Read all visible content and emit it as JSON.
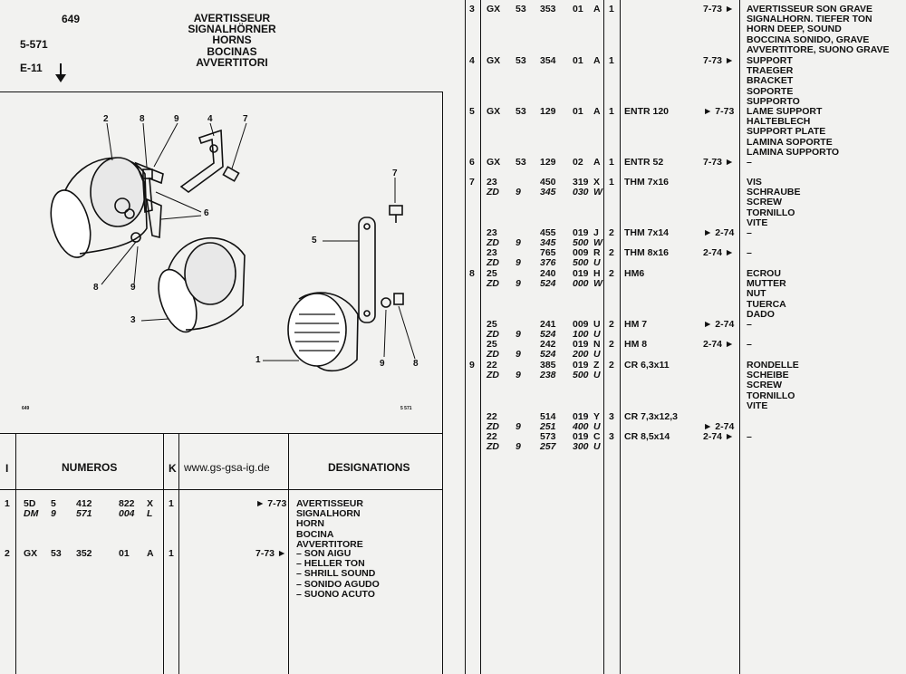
{
  "header": {
    "page": "649",
    "ref1": "5-571",
    "ref2": "E-11",
    "arrow": "arrow-down-icon",
    "titles": [
      "AVERTISSEUR",
      "SIGNALHÖRNER",
      "HORNS",
      "BOCINAS",
      "AVVERTITORI"
    ]
  },
  "diagram": {
    "callouts": [
      "2",
      "8",
      "9",
      "4",
      "7",
      "6",
      "7",
      "5",
      "8",
      "9",
      "3",
      "1",
      "9",
      "8"
    ],
    "small_left": "649",
    "small_right": "5 571"
  },
  "table_header": {
    "col_i": "I",
    "col_numeros": "NUMEROS",
    "col_k": "K",
    "col_site": "www.gs-gsa-ig.de",
    "col_designations": "DESIGNATIONS"
  },
  "left_rows": [
    {
      "idx": "1",
      "lines": [
        [
          "5D",
          "5",
          "412",
          "822",
          "X"
        ],
        [
          "DM",
          "9",
          "571",
          "004",
          "L"
        ]
      ],
      "k": "1",
      "date": "► 7-73",
      "desig": [
        "AVERTISSEUR",
        "SIGNALHORN",
        "HORN",
        "BOCINA",
        "AVVERTITORE"
      ]
    },
    {
      "idx": "2",
      "lines": [
        [
          "GX",
          "53",
          "352",
          "01",
          "A"
        ]
      ],
      "k": "1",
      "date": "7-73 ►",
      "desig": [
        "– SON AIGU",
        "– HELLER TON",
        "– SHRILL SOUND",
        "– SONIDO AGUDO",
        "– SUONO ACUTO"
      ]
    }
  ],
  "right_rows": [
    {
      "idx": "3",
      "a": "GX",
      "b": "53",
      "c": "353",
      "d": "01",
      "e": "A",
      "k": "1",
      "ref": "",
      "date": "7-73 ►",
      "desig": [
        "AVERTISSEUR SON GRAVE",
        "SIGNALHORN. TIEFER TON",
        "HORN DEEP, SOUND",
        "BOCCINA SONIDO, GRAVE",
        "AVVERTITORE, SUONO GRAVE"
      ]
    },
    {
      "idx": "4",
      "a": "GX",
      "b": "53",
      "c": "354",
      "d": "01",
      "e": "A",
      "k": "1",
      "ref": "",
      "date": "7-73 ►",
      "desig": [
        "SUPPORT",
        "TRAEGER",
        "BRACKET",
        "SOPORTE",
        "SUPPORTO"
      ]
    },
    {
      "idx": "5",
      "a": "GX",
      "b": "53",
      "c": "129",
      "d": "01",
      "e": "A",
      "k": "1",
      "ref": "ENTR 120",
      "date": "► 7-73",
      "desig": [
        "LAME SUPPORT",
        "HALTEBLECH",
        "SUPPORT PLATE",
        "LAMINA SOPORTE",
        "LAMINA SUPPORTO"
      ]
    },
    {
      "idx": "6",
      "a": "GX",
      "b": "53",
      "c": "129",
      "d": "02",
      "e": "A",
      "k": "1",
      "ref": "ENTR 52",
      "date": "7-73 ►",
      "desig": [
        "–"
      ]
    },
    {
      "idx": "7",
      "a": "23",
      "b": "",
      "c": "450",
      "d": "319",
      "e": "X",
      "k": "1",
      "ref": "THM 7x16",
      "date": "",
      "desig": [
        "VIS",
        "SCHRAUBE",
        "SCREW",
        "TORNILLO",
        "VITE"
      ]
    },
    {
      "idx": "",
      "a": "ZD",
      "b": "9",
      "c": "345",
      "d": "030",
      "e": "W",
      "k": "",
      "ref": "",
      "date": "",
      "desig": []
    },
    {
      "idx": "",
      "a": "23",
      "b": "",
      "c": "455",
      "d": "019",
      "e": "J",
      "k": "2",
      "ref": "THM 7x14",
      "date": "► 2-74",
      "desig": [
        "–"
      ]
    },
    {
      "idx": "",
      "a": "ZD",
      "b": "9",
      "c": "345",
      "d": "500",
      "e": "W",
      "k": "",
      "ref": "",
      "date": "",
      "desig": []
    },
    {
      "idx": "",
      "a": "23",
      "b": "",
      "c": "765",
      "d": "009",
      "e": "R",
      "k": "2",
      "ref": "THM 8x16",
      "date": "2-74 ►",
      "desig": [
        "–"
      ]
    },
    {
      "idx": "",
      "a": "ZD",
      "b": "9",
      "c": "376",
      "d": "500",
      "e": "U",
      "k": "",
      "ref": "",
      "date": "",
      "desig": []
    },
    {
      "idx": "8",
      "a": "25",
      "b": "",
      "c": "240",
      "d": "019",
      "e": "H",
      "k": "2",
      "ref": "HM6",
      "date": "",
      "desig": [
        "ECROU",
        "MUTTER",
        "NUT",
        "TUERCA",
        "DADO"
      ]
    },
    {
      "idx": "",
      "a": "ZD",
      "b": "9",
      "c": "524",
      "d": "000",
      "e": "W",
      "k": "",
      "ref": "",
      "date": "",
      "desig": []
    },
    {
      "idx": "",
      "a": "25",
      "b": "",
      "c": "241",
      "d": "009",
      "e": "U",
      "k": "2",
      "ref": "HM 7",
      "date": "► 2-74",
      "desig": [
        "–"
      ]
    },
    {
      "idx": "",
      "a": "ZD",
      "b": "9",
      "c": "524",
      "d": "100",
      "e": "U",
      "k": "",
      "ref": "",
      "date": "",
      "desig": []
    },
    {
      "idx": "",
      "a": "25",
      "b": "",
      "c": "242",
      "d": "019",
      "e": "N",
      "k": "2",
      "ref": "HM 8",
      "date": "2-74 ►",
      "desig": [
        "–"
      ]
    },
    {
      "idx": "",
      "a": "ZD",
      "b": "9",
      "c": "524",
      "d": "200",
      "e": "U",
      "k": "",
      "ref": "",
      "date": "",
      "desig": []
    },
    {
      "idx": "9",
      "a": "22",
      "b": "",
      "c": "385",
      "d": "019",
      "e": "Z",
      "k": "2",
      "ref": "CR 6,3x11",
      "date": "",
      "desig": [
        "RONDELLE",
        "SCHEIBE",
        "SCREW",
        "TORNILLO",
        "VITE"
      ]
    },
    {
      "idx": "",
      "a": "ZD",
      "b": "9",
      "c": "238",
      "d": "500",
      "e": "U",
      "k": "",
      "ref": "",
      "date": "",
      "desig": []
    },
    {
      "idx": "",
      "a": "22",
      "b": "",
      "c": "514",
      "d": "019",
      "e": "Y",
      "k": "3",
      "ref": "CR 7,3x12,3",
      "date": "",
      "desig": []
    },
    {
      "idx": "",
      "a": "ZD",
      "b": "9",
      "c": "251",
      "d": "400",
      "e": "U",
      "k": "",
      "ref": "",
      "date": "► 2-74",
      "desig": []
    },
    {
      "idx": "",
      "a": "22",
      "b": "",
      "c": "573",
      "d": "019",
      "e": "C",
      "k": "3",
      "ref": "CR 8,5x14",
      "date": "2-74 ►",
      "desig": [
        "–"
      ]
    },
    {
      "idx": "",
      "a": "ZD",
      "b": "9",
      "c": "257",
      "d": "300",
      "e": "U",
      "k": "",
      "ref": "",
      "date": "",
      "desig": []
    }
  ]
}
